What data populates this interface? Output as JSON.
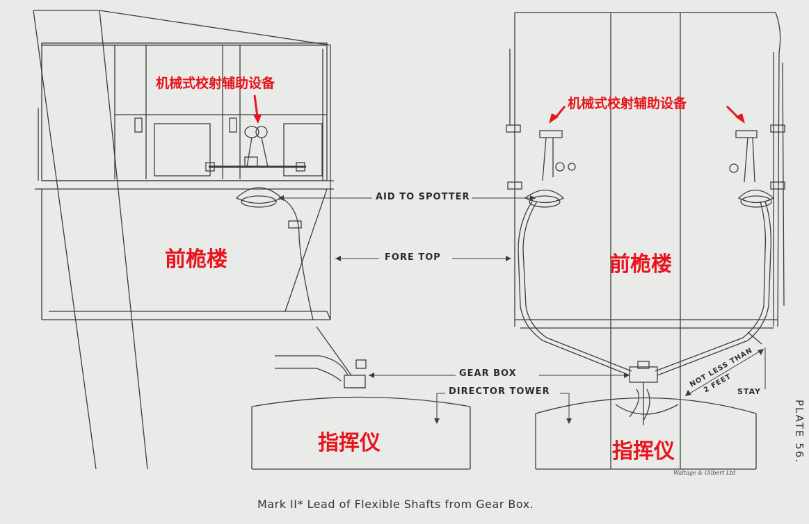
{
  "labels": {
    "aid_to_spotter": "AID TO SPOTTER",
    "fore_top": "FORE TOP",
    "gear_box": "GEAR BOX",
    "director_tower": "DIRECTOR TOWER",
    "not_less_than": "NOT LESS THAN",
    "two_feet": "2 FEET",
    "stay": "STAY",
    "plate": "PLATE 56.",
    "maker": "Waltage & Gilbert Ltd",
    "caption": "Mark II*  Lead of Flexible Shafts from Gear Box."
  },
  "annotations": {
    "device_left": "机械式校射辅助设备",
    "device_right": "机械式校射辅助设备",
    "foretop_left": "前桅楼",
    "foretop_right": "前桅楼",
    "director_left": "指挥仪",
    "director_right": "指挥仪"
  },
  "colors": {
    "paper": "#e9ebe9",
    "ink": "#3a3a3a",
    "annotation_red": "#e8141c"
  }
}
